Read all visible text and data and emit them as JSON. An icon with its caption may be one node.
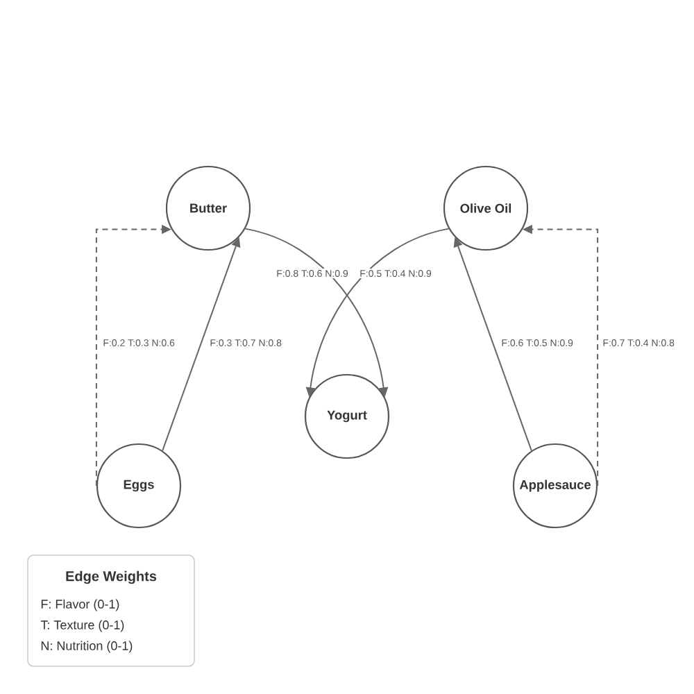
{
  "diagram": {
    "nodes": [
      {
        "text": [
          "Butter"
        ]
      },
      {
        "text": [
          "Olive Oil"
        ]
      },
      {
        "text": [
          "Yogurt"
        ]
      },
      {
        "text": [
          "Eggs"
        ]
      },
      {
        "text": [
          "Applesauce"
        ]
      }
    ],
    "edges": [
      {
        "from": 3,
        "to": 0,
        "arrow": "to",
        "style": "dashed",
        "label": "F:0.2 T:0.3 N:0.6"
      },
      {
        "from": 3,
        "to": 0,
        "arrow": "to",
        "label": "F:0.3 T:0.7 N:0.8"
      },
      {
        "from": 0,
        "to": 2,
        "arrow": "to",
        "label": "F:0.8 T:0.6 N:0.9"
      },
      {
        "from": 1,
        "to": 2,
        "arrow": "to",
        "label": "F:0.5 T:0.4 N:0.9"
      },
      {
        "from": 4,
        "to": 1,
        "arrow": "to",
        "label": "F:0.6 T:0.5 N:0.9"
      },
      {
        "from": 4,
        "to": 1,
        "arrow": "to",
        "style": "dashed",
        "label": "F:0.7 T:0.4 N:0.8"
      }
    ],
    "labels": [
      "Edge Weights",
      "F: Flavor (0-1)",
      "T: Texture (0-1)",
      "N: Nutrition (0-1)"
    ]
  }
}
